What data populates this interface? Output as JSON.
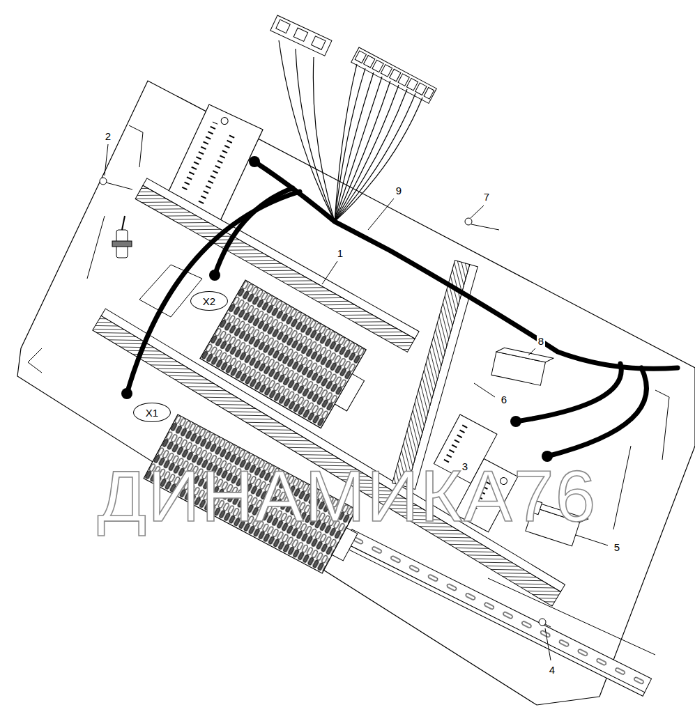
{
  "diagram": {
    "nodes": [
      {
        "text": [
          "X2"
        ]
      },
      {
        "text": [
          "X1"
        ]
      }
    ],
    "edges": [],
    "labels": [
      "2",
      "9",
      "1",
      "7",
      "8",
      "6",
      "3",
      "5",
      "4",
      "ДИНАМИКА76"
    ]
  }
}
